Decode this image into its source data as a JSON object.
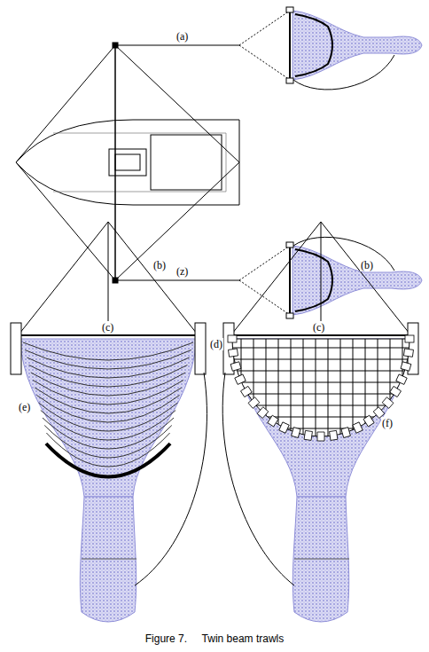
{
  "diagram": {
    "caption": "Figure 7.     Twin beam trawls",
    "labels": [
      "(a)",
      "(z)",
      "(b)",
      "(c)",
      "(d)",
      "(e)",
      "(b)",
      "(c)",
      "(f)"
    ]
  }
}
